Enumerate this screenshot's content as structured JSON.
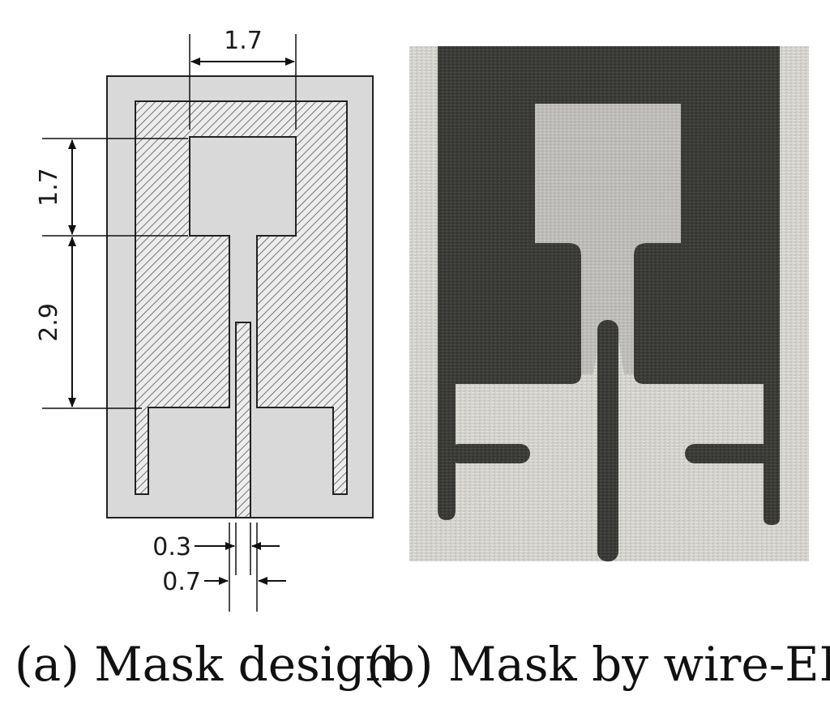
{
  "panel_a": {
    "dimensions": {
      "top_width": "1.7",
      "upper_height": "1.7",
      "lower_height": "2.9",
      "inner_gap": "0.3",
      "outer_gap": "0.7"
    },
    "caption": "(a) Mask design"
  },
  "panel_b": {
    "caption": "(b) Mask by wire-EDM"
  },
  "colors": {
    "frame_fill": "#d9d9d9",
    "hatch_stroke": "#555555",
    "photo_background": "#d4d3ce",
    "photo_metal": "#3b3b38",
    "photo_window": "#bdbcb8"
  }
}
